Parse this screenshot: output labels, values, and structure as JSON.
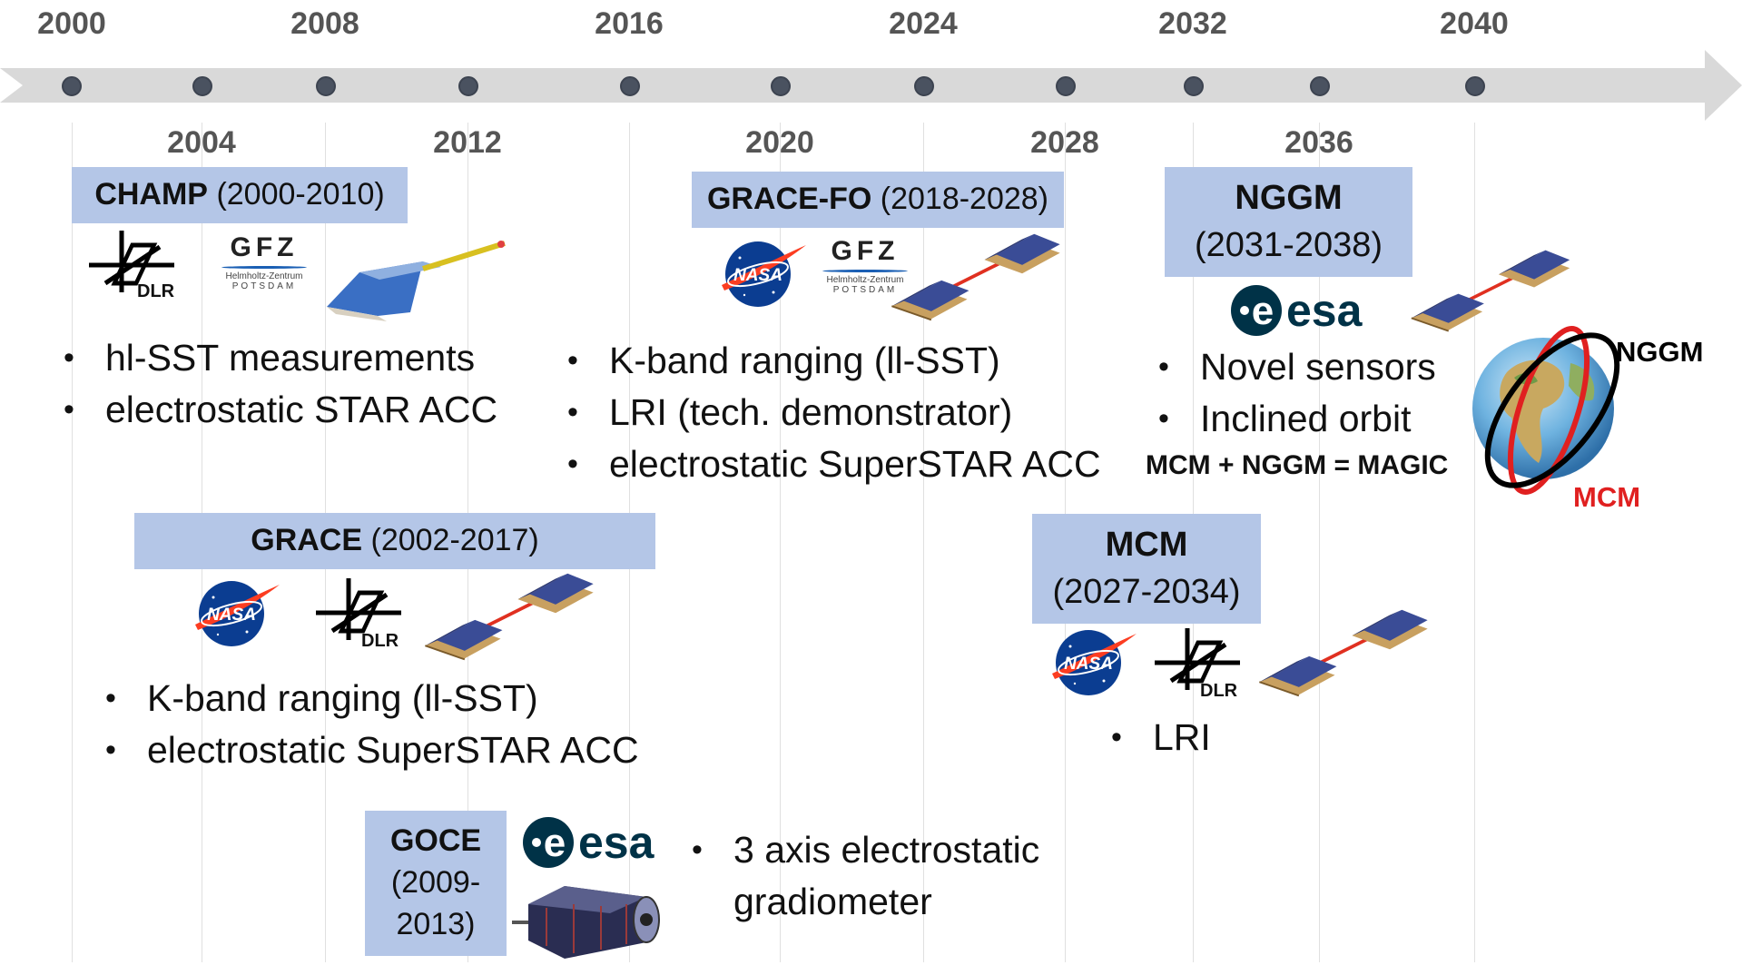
{
  "timeline": {
    "top_years": [
      "2000",
      "2008",
      "2016",
      "2024",
      "2032",
      "2040"
    ],
    "bottom_years": [
      "2004",
      "2012",
      "2020",
      "2028",
      "2036"
    ]
  },
  "missions": {
    "champ": {
      "name": "CHAMP",
      "period": "(2000-2010)",
      "logos": [
        "DLR",
        "GFZ"
      ],
      "gfz_sub1": "Helmholtz-Zentrum",
      "gfz_sub2": "POTSDAM",
      "bullets": [
        "hl-SST measurements",
        "electrostatic STAR ACC"
      ]
    },
    "grace_fo": {
      "name": "GRACE-FO",
      "period": "(2018-2028)",
      "logos": [
        "NASA",
        "GFZ"
      ],
      "gfz_sub1": "Helmholtz-Zentrum",
      "gfz_sub2": "POTSDAM",
      "bullets": [
        "K-band ranging (ll-SST)",
        "LRI (tech. demonstrator)",
        "electrostatic SuperSTAR ACC"
      ]
    },
    "nggm": {
      "name": "NGGM",
      "period": "(2031-2038)",
      "logos": [
        "esa"
      ],
      "bullets": [
        "Novel sensors",
        "Inclined orbit"
      ],
      "equation": "MCM + NGGM = MAGIC",
      "orbit_labels": [
        "NGGM",
        "MCM"
      ]
    },
    "grace": {
      "name": "GRACE",
      "period": "(2002-2017)",
      "logos": [
        "NASA",
        "DLR"
      ],
      "bullets": [
        "K-band ranging (ll-SST)",
        "electrostatic SuperSTAR ACC"
      ]
    },
    "mcm": {
      "name": "MCM",
      "period": "(2027-2034)",
      "logos": [
        "NASA",
        "DLR"
      ],
      "bullets": [
        "LRI"
      ]
    },
    "goce": {
      "name": "GOCE",
      "period_line1": "(2009-",
      "period_line2": "2013)",
      "logos": [
        "esa"
      ],
      "bullets": [
        "3 axis electrostatic",
        "gradiometer"
      ]
    }
  },
  "colors": {
    "box": "#b4c6e7",
    "arrow": "#d9d9d9",
    "tick": "#4a5260",
    "nasa_blue": "#0b3d91",
    "nasa_red": "#fc3d21",
    "esa_dark": "#003247",
    "laser": "#e03020",
    "mcm_orbit": "#e02020",
    "nggm_orbit": "#000000"
  }
}
